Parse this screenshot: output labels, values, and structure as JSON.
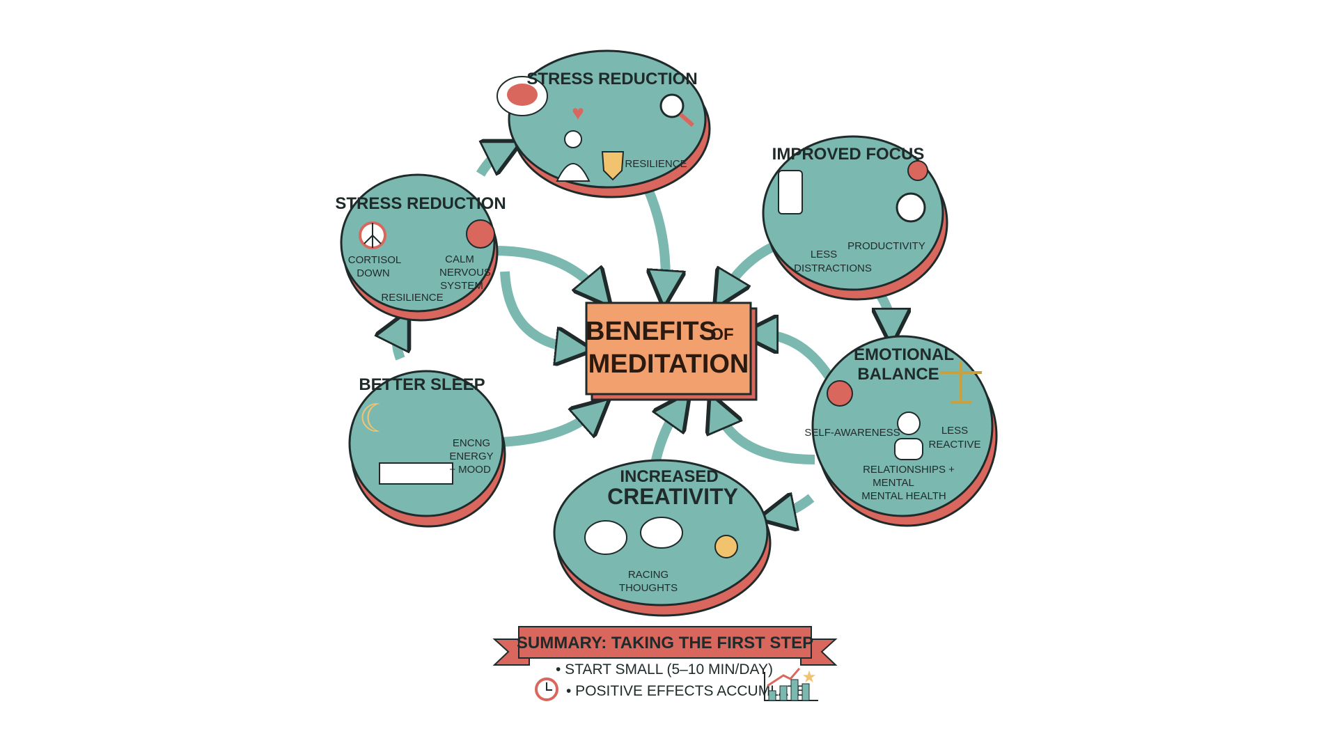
{
  "colors": {
    "teal": "#7bb8b0",
    "coral": "#d9675e",
    "orange": "#f2a06e",
    "outline": "#1f2a2a"
  },
  "center": {
    "line1": "BENEFITS",
    "of": "OF",
    "line2": "MEDITATION"
  },
  "nodes": {
    "top": {
      "title": "STRESS REDUCTION",
      "labels": [
        "RESILIENCE"
      ]
    },
    "left_top": {
      "title": "STRESS REDUCTION",
      "labels": [
        "CORTISOL",
        "DOWN",
        "RESILIENCE",
        "CALM",
        "NERVOUS",
        "SYSTEM"
      ]
    },
    "right_top": {
      "title": "IMPROVED FOCUS",
      "labels": [
        "PRODUCTIVITY",
        "LESS",
        "DISTRACTIONS"
      ]
    },
    "right": {
      "title1": "EMOTIONAL",
      "title2": "BALANCE",
      "labels": [
        "SELF-AWARENESS",
        "LESS",
        "REACTIVE",
        "RELATIONSHIPS +",
        "MENTAL",
        "MENTAL HEALTH"
      ]
    },
    "bottom": {
      "title1": "INCREASED",
      "title2": "CREATIVITY",
      "labels": [
        "RACING",
        "THOUGHTS"
      ]
    },
    "left": {
      "title": "BETTER SLEEP",
      "labels": [
        "ENCNG",
        "ENERGY",
        "+ MOOD"
      ]
    }
  },
  "summary": {
    "title": "SUMMARY: TAKING THE FIRST STEP",
    "bullets": [
      "• START SMALL (5–10 MIN/DAY)",
      "• POSITIVE EFFECTS ACCUMLATE"
    ]
  }
}
